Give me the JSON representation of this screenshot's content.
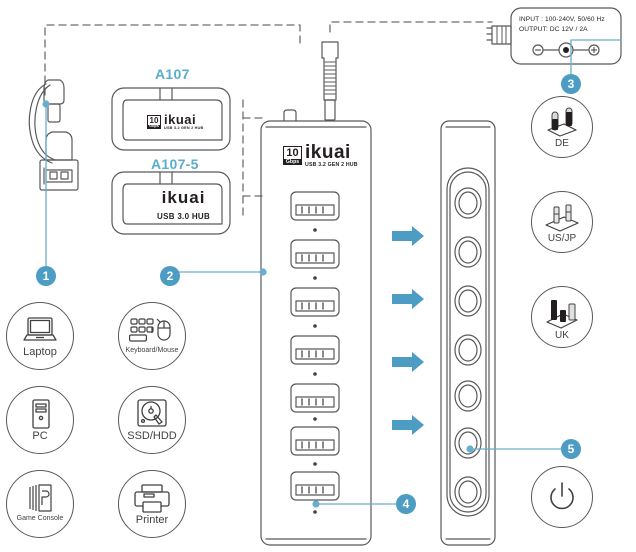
{
  "diagram": {
    "title": "ikuai USB hub package contents diagram",
    "accent_blue": "#4d9cc4",
    "label_blue": "#58aecb",
    "line_gray": "#58595b"
  },
  "callouts": [
    {
      "id": "1",
      "number": "1",
      "target": "usb-cable"
    },
    {
      "id": "2",
      "number": "2",
      "target": "usb-hub-body"
    },
    {
      "id": "3",
      "number": "3",
      "target": "power-adapter"
    },
    {
      "id": "4",
      "number": "4",
      "target": "hub-led-indicator"
    },
    {
      "id": "5",
      "number": "5",
      "target": "hub-switch-panel"
    }
  ],
  "models": [
    {
      "name": "A107",
      "brand": "ikuai",
      "speed_value": "10",
      "speed_unit": "Gbps",
      "spec": "USB 3.2 GEN 2 HUB"
    },
    {
      "name": "A107-5",
      "brand": "ikuai",
      "spec": "USB 3.0 HUB"
    }
  ],
  "hub": {
    "brand": "ikuai",
    "speed_value": "10",
    "speed_unit": "Gbps",
    "spec": "USB 3.2 GEN 2 HUB",
    "port_count": 7,
    "switch_count": 7,
    "arrow_count": 4
  },
  "adapter": {
    "input_line": "INPUT : 100-240V, 50/60 Hz",
    "output_line": "OUTPUT: DC 12V / 2A",
    "polarity_icon": "center-positive-icon"
  },
  "devices": [
    {
      "label": "Laptop",
      "icon": "laptop-icon",
      "size": "large"
    },
    {
      "label": "Keyboard/Mouse",
      "icon": "keyboard-mouse-icon",
      "size": "small"
    },
    {
      "label": "PC",
      "icon": "desktop-pc-icon",
      "size": "large"
    },
    {
      "label": "SSD/HDD",
      "icon": "hard-drive-icon",
      "size": "large"
    },
    {
      "label": "Game Console",
      "icon": "game-console-icon",
      "size": "small"
    },
    {
      "label": "Printer",
      "icon": "printer-icon",
      "size": "large"
    }
  ],
  "plugs": [
    {
      "label": "DE",
      "icon": "de-plug-icon"
    },
    {
      "label": "US/JP",
      "icon": "us-jp-plug-icon"
    },
    {
      "label": "UK",
      "icon": "uk-plug-icon"
    }
  ],
  "power_button": {
    "icon": "power-symbol-icon"
  }
}
